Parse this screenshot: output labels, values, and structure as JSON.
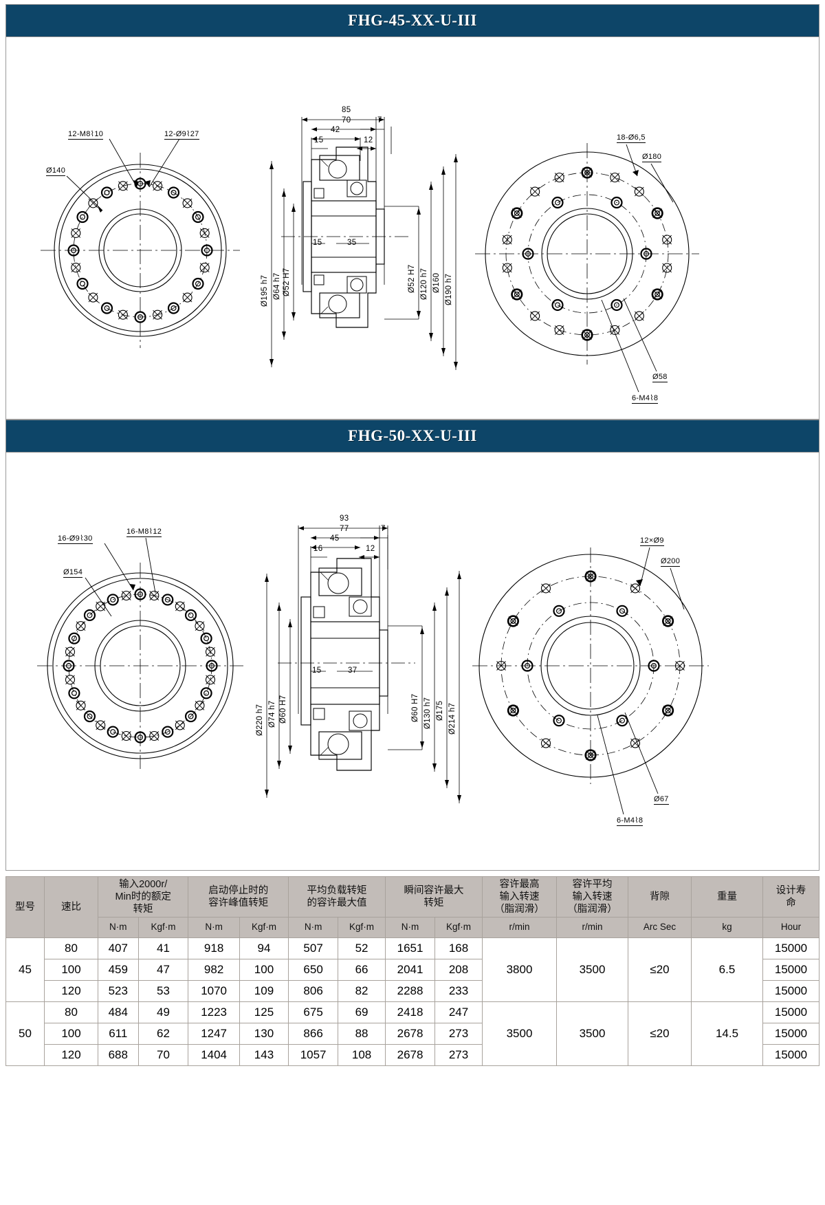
{
  "sections": [
    {
      "id": "fhg45",
      "title": "FHG-45-XX-U-III",
      "left_view": {
        "labels": [
          "12-M8⌇10",
          "12-Ø9⌇27",
          "Ø140"
        ]
      },
      "section_view": {
        "top_dims": [
          "85",
          "70",
          "7",
          "42",
          "15",
          "12"
        ],
        "left_dims": [
          "Ø195 h7",
          "Ø64 h7",
          "Ø52 H7"
        ],
        "inner_dims": [
          "15",
          "35"
        ],
        "right_dims": [
          "Ø52 H7",
          "Ø120 h7",
          "Ø160",
          "Ø190 h7"
        ]
      },
      "right_view": {
        "labels": [
          "18-Ø6,5",
          "Ø180",
          "Ø58",
          "6-M4⌇8"
        ]
      }
    },
    {
      "id": "fhg50",
      "title": "FHG-50-XX-U-III",
      "left_view": {
        "labels": [
          "16-Ø9⌇30",
          "16-M8⌇12",
          "Ø154"
        ]
      },
      "section_view": {
        "top_dims": [
          "93",
          "77",
          "7",
          "45",
          "16",
          "12"
        ],
        "left_dims": [
          "Ø220 h7",
          "Ø74 h7",
          "Ø60 H7"
        ],
        "inner_dims": [
          "15",
          "37"
        ],
        "right_dims": [
          "Ø60 H7",
          "Ø130 h7",
          "Ø175",
          "Ø214 h7"
        ]
      },
      "right_view": {
        "labels": [
          "12×Ø9",
          "Ø200",
          "Ø67",
          "6-M4⌇8"
        ]
      }
    }
  ],
  "table": {
    "headers": [
      "型号",
      "速比",
      "输入2000r/Min时的额定转矩",
      "启动停止时的容许峰值转矩",
      "平均负载转矩的容许最大值",
      "瞬间容许最大转矩",
      "容许最高输入转速（脂润滑）",
      "容许平均输入转速（脂润滑）",
      "背隙",
      "重量",
      "设计寿命"
    ],
    "header_lines": {
      "h3": [
        "输入2000r/",
        "Min时的额定",
        "转矩"
      ],
      "h4": [
        "启动停止时的",
        "容许峰值转矩"
      ],
      "h5": [
        "平均负载转矩",
        "的容许最大值"
      ],
      "h6": [
        "瞬间容许最大",
        "转矩"
      ],
      "h7": [
        "容许最高",
        "输入转速",
        "（脂润滑）"
      ],
      "h8": [
        "容许平均",
        "输入转速",
        "（脂润滑）"
      ],
      "h9": [
        "背隙"
      ],
      "h10": [
        "重量"
      ],
      "h11": [
        "设计寿",
        "命"
      ]
    },
    "units": [
      "N·m",
      "Kgf·m",
      "N·m",
      "Kgf·m",
      "N·m",
      "Kgf·m",
      "N·m",
      "Kgf·m",
      "r/min",
      "r/min",
      "Arc Sec",
      "kg",
      "Hour"
    ],
    "groups": [
      {
        "model": "45",
        "max_input_speed": "3800",
        "avg_input_speed": "3500",
        "backlash": "≤20",
        "weight": "6.5",
        "rows": [
          {
            "ratio": "80",
            "rated_nm": "407",
            "rated_kgfm": "41",
            "peak_nm": "918",
            "peak_kgfm": "94",
            "avg_nm": "507",
            "avg_kgfm": "52",
            "mom_nm": "1651",
            "mom_kgfm": "168",
            "life": "15000"
          },
          {
            "ratio": "100",
            "rated_nm": "459",
            "rated_kgfm": "47",
            "peak_nm": "982",
            "peak_kgfm": "100",
            "avg_nm": "650",
            "avg_kgfm": "66",
            "mom_nm": "2041",
            "mom_kgfm": "208",
            "life": "15000"
          },
          {
            "ratio": "120",
            "rated_nm": "523",
            "rated_kgfm": "53",
            "peak_nm": "1070",
            "peak_kgfm": "109",
            "avg_nm": "806",
            "avg_kgfm": "82",
            "mom_nm": "2288",
            "mom_kgfm": "233",
            "life": "15000"
          }
        ]
      },
      {
        "model": "50",
        "max_input_speed": "3500",
        "avg_input_speed": "3500",
        "backlash": "≤20",
        "weight": "14.5",
        "rows": [
          {
            "ratio": "80",
            "rated_nm": "484",
            "rated_kgfm": "49",
            "peak_nm": "1223",
            "peak_kgfm": "125",
            "avg_nm": "675",
            "avg_kgfm": "69",
            "mom_nm": "2418",
            "mom_kgfm": "247",
            "life": "15000"
          },
          {
            "ratio": "100",
            "rated_nm": "611",
            "rated_kgfm": "62",
            "peak_nm": "1247",
            "peak_kgfm": "130",
            "avg_nm": "866",
            "avg_kgfm": "88",
            "mom_nm": "2678",
            "mom_kgfm": "273",
            "life": "15000"
          },
          {
            "ratio": "120",
            "rated_nm": "688",
            "rated_kgfm": "70",
            "peak_nm": "1404",
            "peak_kgfm": "143",
            "avg_nm": "1057",
            "avg_kgfm": "108",
            "mom_nm": "2678",
            "mom_kgfm": "273",
            "life": "15000"
          }
        ]
      }
    ]
  },
  "colors": {
    "banner_bg": "#0d4568",
    "banner_text": "#ffffff",
    "table_header_bg": "#c2bcb8",
    "line": "#000000"
  }
}
